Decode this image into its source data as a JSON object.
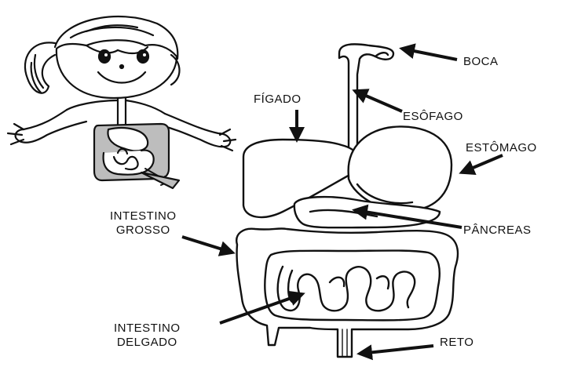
{
  "labels": {
    "boca": "BOCA",
    "esofago": "ESÔFAGO",
    "figado": "FÍGADO",
    "estomago": "ESTÔMAGO",
    "pancreas": "PÂNCREAS",
    "intestino_grosso_1": "INTESTINO",
    "intestino_grosso_2": "GROSSO",
    "intestino_delgado_1": "INTESTINO",
    "intestino_delgado_2": "DELGADO",
    "reto": "RETO"
  },
  "colors": {
    "line": "#111111",
    "shade": "#bdbdbd",
    "background": "#ffffff"
  }
}
